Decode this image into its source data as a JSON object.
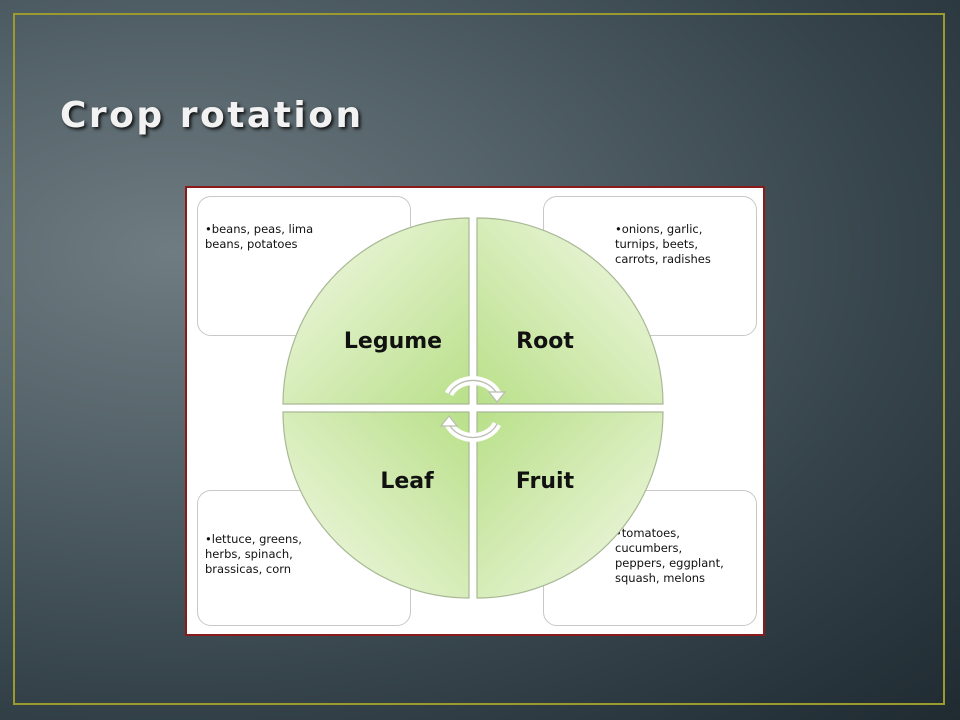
{
  "slide": {
    "title": "Crop rotation"
  },
  "diagram": {
    "quadrants": [
      {
        "label": "Legume",
        "crops": "•beans, peas, lima\n  beans, potatoes"
      },
      {
        "label": "Root",
        "crops": "•onions, garlic,\n  turnips, beets,\n  carrots, radishes"
      },
      {
        "label": "Leaf",
        "crops": "•lettuce, greens,\n  herbs, spinach,\n  brassicas, corn"
      },
      {
        "label": "Fruit",
        "crops": "•tomatoes,\n  cucumbers,\n  peppers, eggplant,\n  squash, melons"
      }
    ],
    "colors": {
      "segment_light": "#f4f9e8",
      "segment_dark": "#b9e08a",
      "segment_border": "#ffffff",
      "diagram_border": "#8b1a1a",
      "slide_frame": "#9a9a2e"
    },
    "center_icon": "circular-arrows-icon"
  }
}
